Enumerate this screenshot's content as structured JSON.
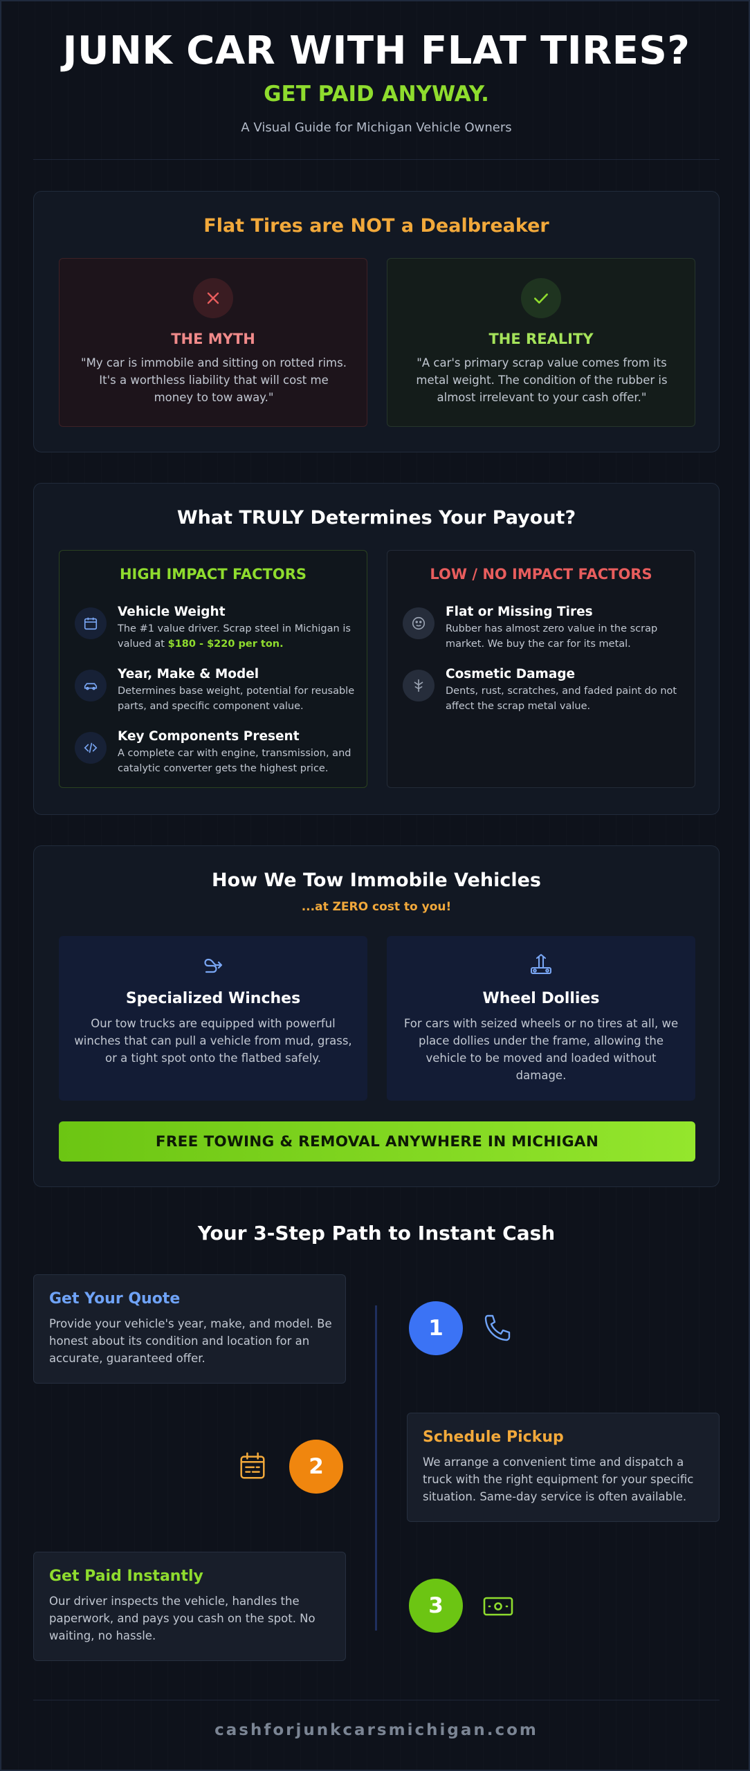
{
  "header": {
    "title": "JUNK CAR WITH FLAT TIRES?",
    "subtitle": "GET PAID ANYWAY.",
    "tagline": "A Visual Guide for Michigan Vehicle Owners"
  },
  "myth_section": {
    "title": "Flat Tires are NOT a Dealbreaker",
    "myth": {
      "heading": "THE MYTH",
      "icon": "x-icon",
      "text": "\"My car is immobile and sitting on rotted rims. It's a worthless liability that will cost me money to tow away.\""
    },
    "reality": {
      "heading": "THE REALITY",
      "icon": "check-icon",
      "text": "\"A car's primary scrap value comes from its metal weight. The condition of the rubber is almost irrelevant to your cash offer.\""
    }
  },
  "factors_section": {
    "title": "What TRULY Determines Your Payout?",
    "high": {
      "title": "HIGH IMPACT FACTORS",
      "items": [
        {
          "name": "Vehicle Weight",
          "desc_pre": "The #1 value driver. Scrap steel in Michigan is valued at ",
          "highlight": "$180 - $220 per ton.",
          "icon": "calendar-icon"
        },
        {
          "name": "Year, Make & Model",
          "desc": "Determines base weight, potential for reusable parts, and specific component value.",
          "icon": "car-icon"
        },
        {
          "name": "Key Components Present",
          "desc": "A complete car with engine, transmission, and catalytic converter gets the highest price.",
          "icon": "code-icon"
        }
      ]
    },
    "low": {
      "title": "LOW / NO IMPACT FACTORS",
      "items": [
        {
          "name": "Flat or Missing Tires",
          "desc": "Rubber has almost zero value in the scrap market. We buy the car for its metal.",
          "icon": "tire-icon"
        },
        {
          "name": "Cosmetic Damage",
          "desc": "Dents, rust, scratches, and faded paint do not affect the scrap metal value.",
          "icon": "paint-icon"
        }
      ]
    }
  },
  "tow_section": {
    "title": "How We Tow Immobile Vehicles",
    "subtitle": "...at ZERO cost to you!",
    "cards": [
      {
        "name": "Specialized Winches",
        "desc": "Our tow trucks are equipped with powerful winches that can pull a vehicle from mud, grass, or a tight spot onto the flatbed safely.",
        "icon": "winch-icon"
      },
      {
        "name": "Wheel Dollies",
        "desc": "For cars with seized wheels or no tires at all, we place dollies under the frame, allowing the vehicle to be moved and loaded without damage.",
        "icon": "dolly-icon"
      }
    ],
    "cta": "FREE TOWING & REMOVAL ANYWHERE IN MICHIGAN"
  },
  "steps_section": {
    "title": "Your 3-Step Path to Instant Cash",
    "steps": [
      {
        "number": "1",
        "title": "Get Your Quote",
        "desc": "Provide your vehicle's year, make, and model. Be honest about its condition and location for an accurate, guaranteed offer.",
        "icon": "phone-icon",
        "color": "#3b73f5",
        "title_color": "#6fa3f7"
      },
      {
        "number": "2",
        "title": "Schedule Pickup",
        "desc": "We arrange a convenient time and dispatch a truck with the right equipment for your specific situation. Same-day service is often available.",
        "icon": "calendar-icon",
        "color": "#f0860e",
        "title_color": "#f2a93b"
      },
      {
        "number": "3",
        "title": "Get Paid Instantly",
        "desc": "Our driver inspects the vehicle, handles the paperwork, and pays you cash on the spot. No waiting, no hassle.",
        "icon": "cash-icon",
        "color": "#6cc513",
        "title_color": "#8fdc2e"
      }
    ]
  },
  "footer": {
    "site": "cashforjunkcarsmichigan.com"
  },
  "colors": {
    "background": "#0e121b",
    "green": "#8fdc2e",
    "orange": "#f2a93b",
    "red": "#e85d5d",
    "pink": "#f08a8a",
    "blue": "#3b73f5"
  }
}
